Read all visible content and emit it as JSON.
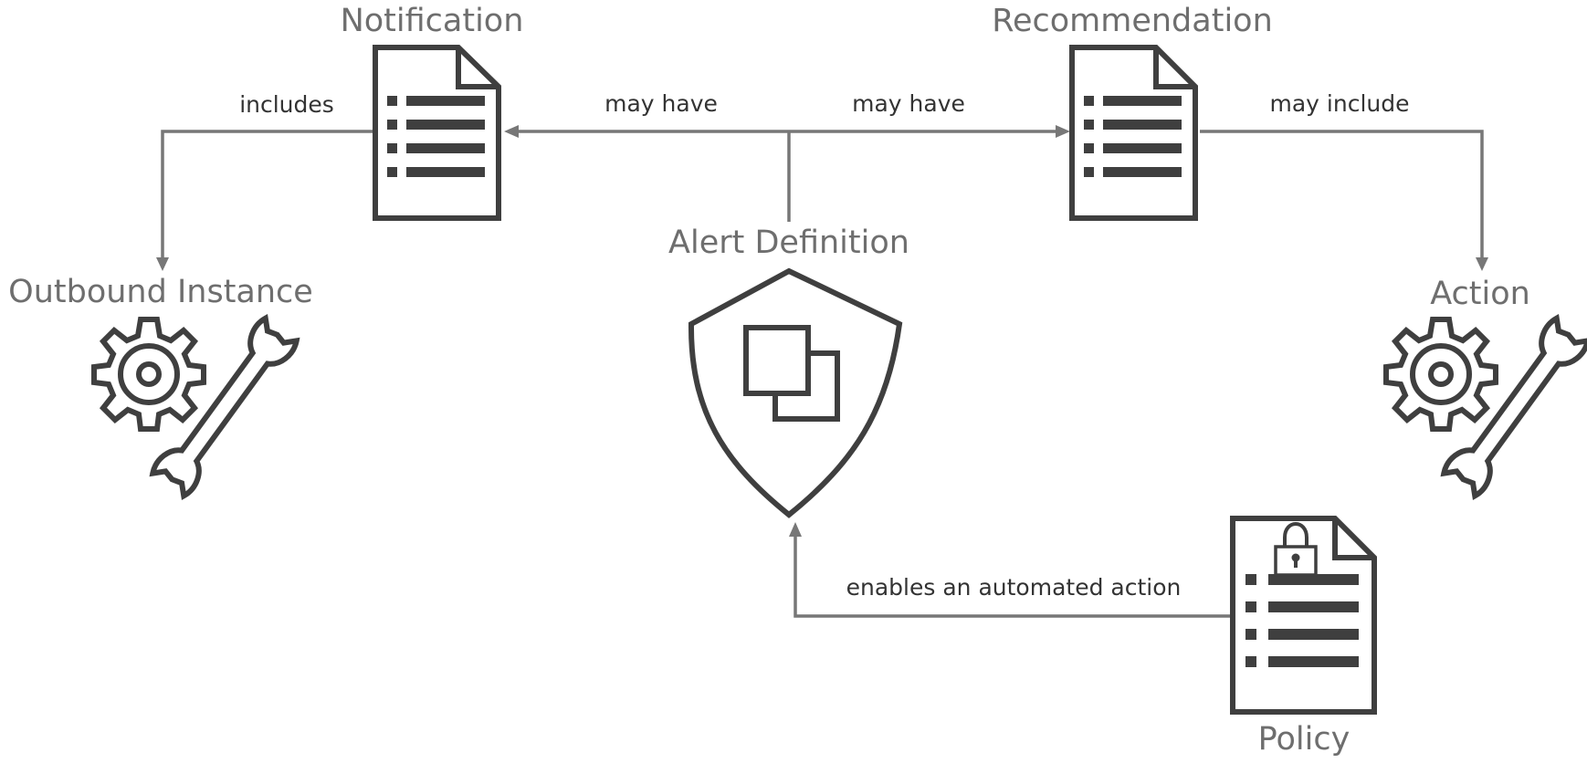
{
  "nodes": {
    "notification": {
      "title": "Notification",
      "icon": "document-list-icon"
    },
    "recommendation": {
      "title": "Recommendation",
      "icon": "document-list-icon"
    },
    "alert_definition": {
      "title": "Alert Definition",
      "icon": "shield-icon"
    },
    "outbound_instance": {
      "title": "Outbound Instance",
      "icon": "gear-wrench-icon"
    },
    "action": {
      "title": "Action",
      "icon": "gear-wrench-icon"
    },
    "policy": {
      "title": "Policy",
      "icon": "locked-document-icon"
    }
  },
  "edges": {
    "notification_to_outbound": {
      "label": "includes"
    },
    "alert_to_notification": {
      "label": "may have"
    },
    "alert_to_recommendation": {
      "label": "may have"
    },
    "recommendation_to_action": {
      "label": "may include"
    },
    "policy_to_alert": {
      "label": "enables an automated action"
    }
  },
  "colors": {
    "icon": "#3f3f3f",
    "connector": "#777777",
    "title_text": "#6e6e6e",
    "label_text": "#333333",
    "background": "#ffffff"
  }
}
